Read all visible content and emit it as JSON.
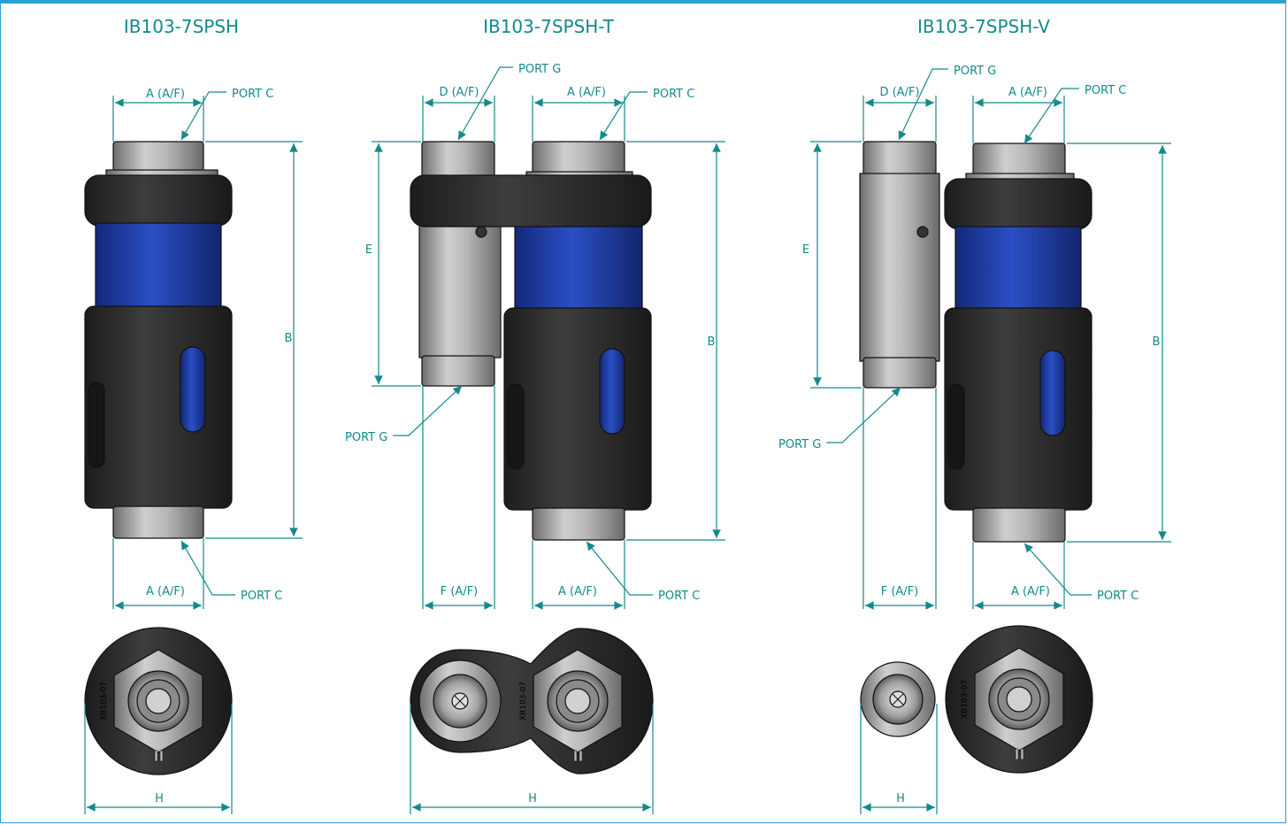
{
  "models": [
    {
      "title": "IB103-7SPSH",
      "dims": {
        "a_top": "A (A/F)",
        "a_bottom": "A (A/F)",
        "b": "B",
        "h": "H"
      },
      "ports": {
        "c_top": "PORT C",
        "c_bottom": "PORT C"
      },
      "engraving": "XB103-07"
    },
    {
      "title": "IB103-7SPSH-T",
      "dims": {
        "d": "D (A/F)",
        "a_top": "A (A/F)",
        "e": "E",
        "b": "B",
        "f": "F (A/F)",
        "a_bottom": "A (A/F)",
        "h": "H"
      },
      "ports": {
        "g_top": "PORT G",
        "c_top": "PORT C",
        "g_bottom": "PORT G",
        "c_bottom": "PORT C"
      },
      "engraving": "XB103-07"
    },
    {
      "title": "IB103-7SPSH-V",
      "dims": {
        "d": "D (A/F)",
        "a_top": "A (A/F)",
        "e": "E",
        "b": "B",
        "f": "F (A/F)",
        "a_bottom": "A (A/F)",
        "h": "H"
      },
      "ports": {
        "g_top": "PORT G",
        "c_top": "PORT C",
        "g_bottom": "PORT G",
        "c_bottom": "PORT C"
      },
      "engraving": "XB103-07"
    }
  ],
  "colors": {
    "border": "#2a9fd6",
    "dimension": "#138a8a",
    "body_black": "#2b2b2b",
    "body_blue": "#1f3fa8",
    "steel": "#a9a9a9"
  }
}
